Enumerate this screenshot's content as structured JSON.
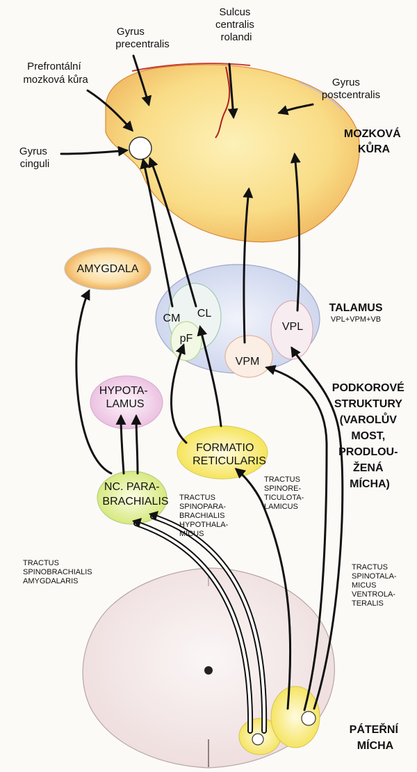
{
  "labels": {
    "gyrus_precentralis": [
      "Gyrus",
      "precentralis"
    ],
    "sulcus_centralis": [
      "Sulcus",
      "centralis",
      "rolandi"
    ],
    "prefrontal": [
      "Prefrontální",
      "mozková kůra"
    ],
    "gyrus_postcentralis": [
      "Gyrus",
      "postcentralis"
    ],
    "gyrus_cinguli": [
      "Gyrus",
      "cinguli"
    ],
    "amygdala": "AMYGDALA",
    "cm": "CM",
    "cl": "CL",
    "pf": "pF",
    "vpm": "VPM",
    "vpl": "VPL",
    "hypotalamus": [
      "HYPOTA-",
      "LAMUS"
    ],
    "formatio": [
      "FORMATIO",
      "RETICULARIS"
    ],
    "parabrachialis": [
      "NC. PARA-",
      "BRACHIALIS"
    ],
    "tr_spinoparabrachialis": [
      "TRACTUS",
      "SPINOPARA-",
      "BRACHIALIS",
      "HYPOTHALA-",
      "MICUS"
    ],
    "tr_spinoreticulo": [
      "TRACTUS",
      "SPINORE-",
      "TICULOTA-",
      "LAMICUS"
    ],
    "tr_spinobrachialis": [
      "TRACTUS",
      "SPINOBRACHIALIS",
      "AMYGDALARIS"
    ],
    "tr_spinotalamicus": [
      "TRACTUS",
      "SPINOTALA-",
      "MICUS",
      "VENTROLA-",
      "TERALIS"
    ]
  },
  "sections": {
    "mozkova_kura": [
      "MOZKOVÁ",
      "KŮRA"
    ],
    "talamus": "TALAMUS",
    "talamus_sub": "VPL+VPM+VB",
    "podkorove": [
      "PODKOROVÉ",
      "STRUKTURY",
      "(VAROLŮV",
      "MOST,",
      "PRODLOU-",
      "ŽENÁ",
      "MÍCHA)"
    ],
    "paterni": [
      "PÁTEŘNÍ",
      "MÍCHA"
    ]
  }
}
